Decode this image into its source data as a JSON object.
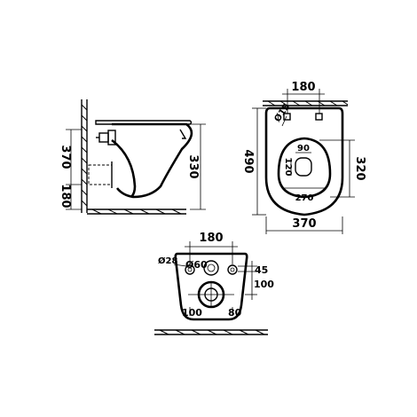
{
  "colors": {
    "ink": "#000000",
    "paper": "#ffffff"
  },
  "side_view": {
    "dim_height": "370",
    "dim_lower": "180",
    "dim_bowl_height": "330"
  },
  "top_view": {
    "dim_fixing_distance": "180",
    "dim_length": "490",
    "dim_hole_diameter": "Ø15",
    "dim_opening_width": "90",
    "dim_opening_length": "120",
    "dim_rear_to_opening": "320",
    "dim_inner_width": "270",
    "dim_width": "370"
  },
  "rear_view": {
    "dim_bolt_spacing": "180",
    "dim_bolt_diameter": "Ø28",
    "dim_inlet_diameter": "Ø60",
    "dim_inlet_offset": "45",
    "dim_vertical_spacing": "100",
    "dim_outlet_left": "100",
    "dim_outlet_right": "80"
  }
}
